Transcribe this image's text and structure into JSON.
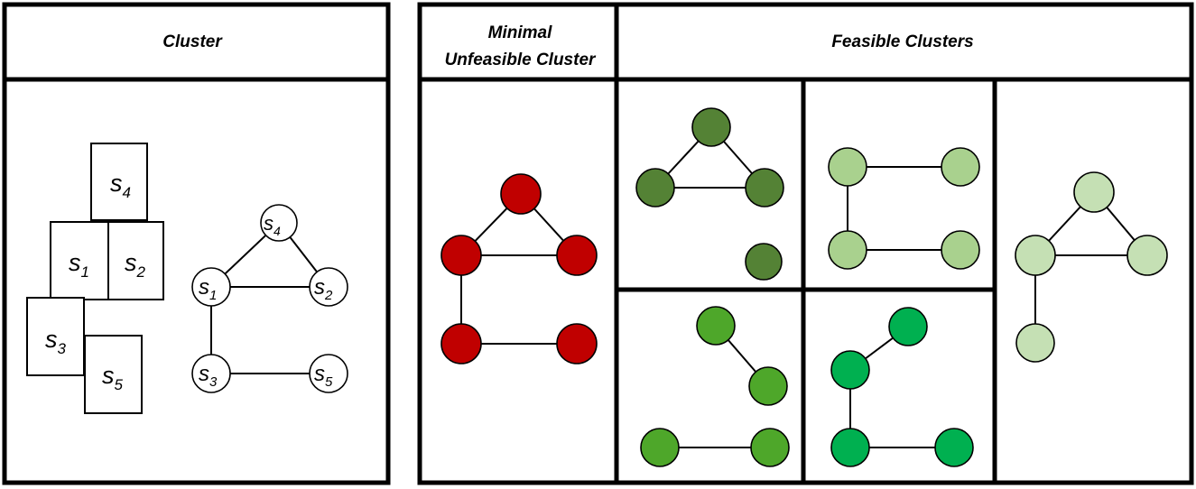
{
  "headers": {
    "cluster": "Cluster",
    "minimal_line1": "Minimal",
    "minimal_line2": "Unfeasible Cluster",
    "feasible": "Feasible Clusters"
  },
  "squares": [
    {
      "id": "s4",
      "main": "s",
      "sub": "4"
    },
    {
      "id": "s1",
      "main": "s",
      "sub": "1"
    },
    {
      "id": "s2",
      "main": "s",
      "sub": "2"
    },
    {
      "id": "s3",
      "main": "s",
      "sub": "3"
    },
    {
      "id": "s5",
      "main": "s",
      "sub": "5"
    }
  ],
  "graph_nodes": [
    {
      "id": "s4",
      "main": "s",
      "sub": "4"
    },
    {
      "id": "s1",
      "main": "s",
      "sub": "1"
    },
    {
      "id": "s2",
      "main": "s",
      "sub": "2"
    },
    {
      "id": "s3",
      "main": "s",
      "sub": "3"
    },
    {
      "id": "s5",
      "main": "s",
      "sub": "5"
    }
  ],
  "colors": {
    "unfeasible": "#c00000",
    "feasible_1": "#548235",
    "feasible_2": "#a9d18e",
    "feasible_3": "#c5e0b4",
    "feasible_4": "#4ea72a",
    "feasible_5": "#00b050"
  }
}
